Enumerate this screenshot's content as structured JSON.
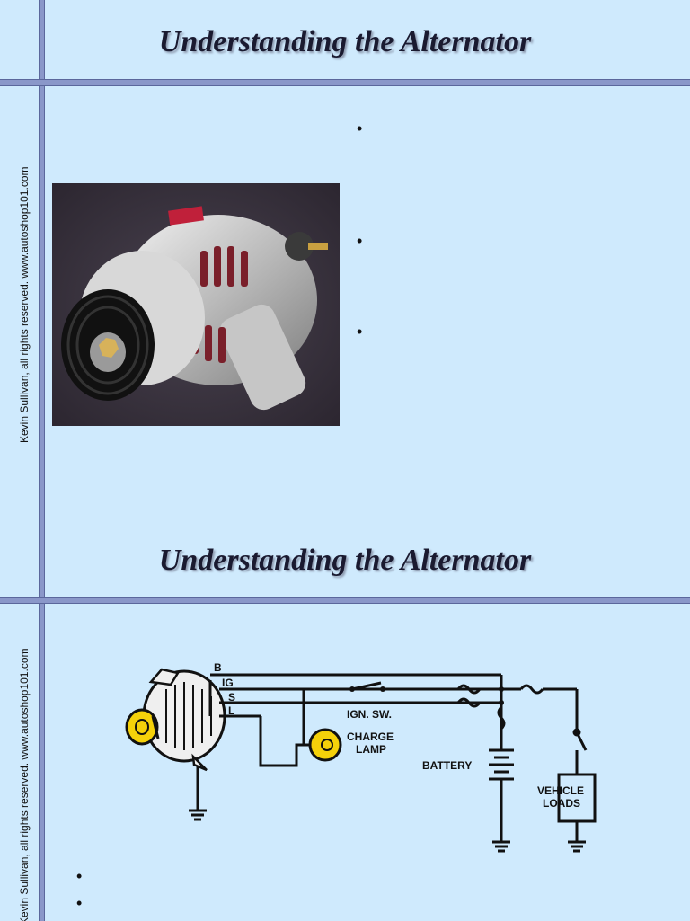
{
  "slide1": {
    "title": "Understanding the Alternator",
    "copyright": "Kevin Sullivan, all rights reserved.  www.autoshop101.com",
    "bullets": [
      "•",
      "•",
      "•"
    ]
  },
  "slide2": {
    "title": "Understanding the Alternator",
    "copyright": "Kevin Sullivan, all rights reserved.  www.autoshop101.com",
    "bullets": [
      "•",
      "•"
    ],
    "diagram": {
      "terminal_b": "B",
      "terminal_ig": "IG",
      "terminal_s": "S",
      "terminal_l": "L",
      "ign_switch": "IGN. SW.",
      "charge_lamp_1": "CHARGE",
      "charge_lamp_2": "LAMP",
      "battery": "BATTERY",
      "vehicle_loads_1": "VEHICLE",
      "vehicle_loads_2": "LOADS"
    }
  }
}
